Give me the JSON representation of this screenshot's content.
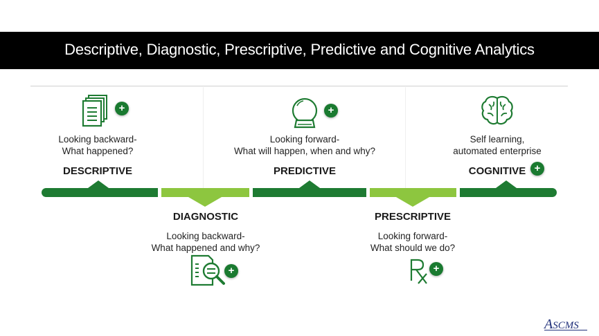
{
  "title": "Descriptive, Diagnostic, Prescriptive, Predictive and Cognitive Analytics",
  "stages": {
    "descriptive": {
      "label": "DESCRIPTIVE",
      "line1": "Looking backward-",
      "line2": "What happened?",
      "icon": "documents-icon"
    },
    "diagnostic": {
      "label": "DIAGNOSTIC",
      "line1": "Looking backward-",
      "line2": "What happened and why?",
      "icon": "magnifier-document-icon"
    },
    "predictive": {
      "label": "PREDICTIVE",
      "line1": "Looking forward-",
      "line2": "What will happen, when and why?",
      "icon": "crystal-ball-icon"
    },
    "prescriptive": {
      "label": "PRESCRIPTIVE",
      "line1": "Looking forward-",
      "line2": "What should we do?",
      "icon": "rx-icon"
    },
    "cognitive": {
      "label": "COGNITIVE",
      "line1": "Self learning,",
      "line2": "automated enterprise",
      "icon": "brain-icon"
    }
  },
  "plus_symbol": "+",
  "logo": {
    "first": "A",
    "rest": "SCMS"
  },
  "colors": {
    "dark_green": "#1e7b32",
    "light_green": "#8dc63f",
    "banner": "#000000",
    "logo": "#1f2f7a"
  }
}
